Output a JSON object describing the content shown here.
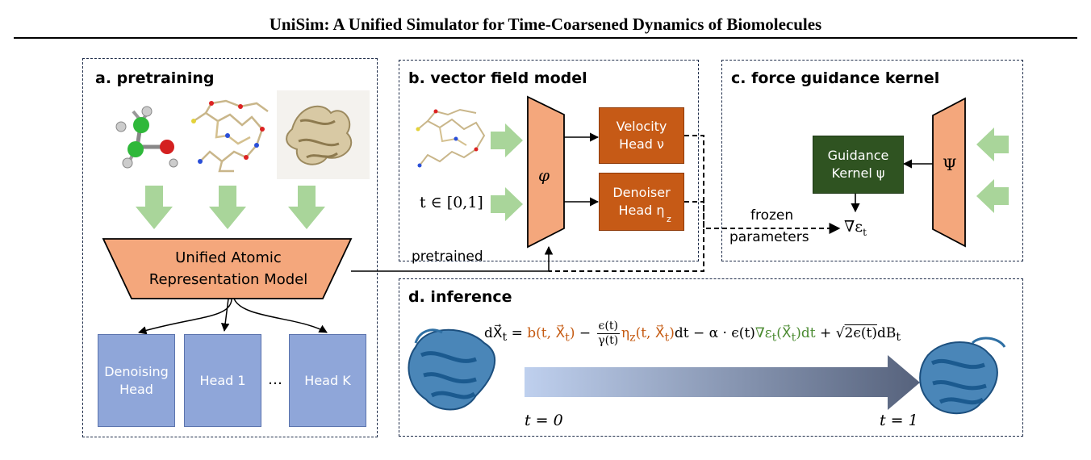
{
  "header": {
    "title": "UniSim: A Unified Simulator for Time-Coarsened Dynamics of Biomolecules"
  },
  "panels": {
    "a": {
      "title": "a. pretraining",
      "model_label_line1": "Unified Atomic",
      "model_label_line2": "Representation Model",
      "heads": [
        "Denoising Head",
        "Head 1",
        "Head K"
      ],
      "ellipsis": "…"
    },
    "b": {
      "title": "b. vector field model",
      "phi": "φ",
      "velocity_head": "Velocity Head ν",
      "denoiser_head": "Denoiser Head η",
      "denoiser_sub": "z",
      "t_input": "t ∈ [0,1]",
      "pretrained": "pretrained"
    },
    "c": {
      "title": "c. force guidance kernel",
      "psi_big": "Ψ",
      "guidance_line1": "Guidance",
      "guidance_line2": "Kernel ψ",
      "frozen": "frozen",
      "parameters": "parameters",
      "grad_eps": "∇ε",
      "grad_sub": "t"
    },
    "d": {
      "title": "d. inference",
      "t0": "t = 0",
      "t1": "t = 1"
    }
  },
  "colors": {
    "orange_fill": "#f4a77c",
    "orange_head": "#c65a16",
    "blue_head": "#8fa6d9",
    "green_head": "#2f5321",
    "arrow_green": "#a9d59a",
    "protein_blue": "#2e6fa3"
  }
}
